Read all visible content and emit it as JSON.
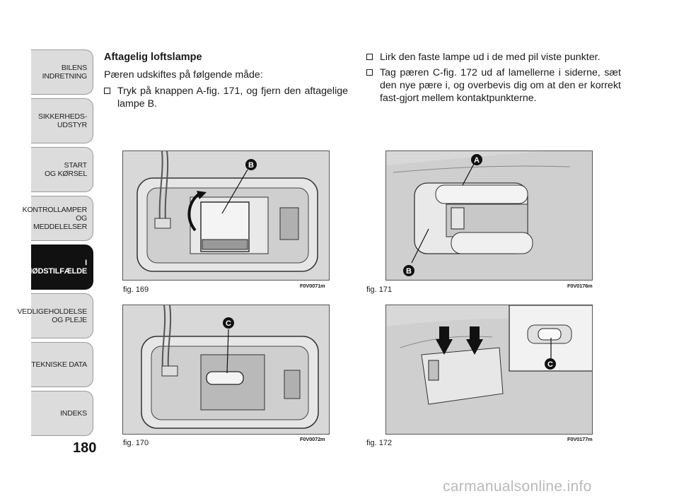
{
  "page_number": "180",
  "sidebar": {
    "tabs": [
      {
        "label": "BILENS\nINDRETNING",
        "active": false
      },
      {
        "label": "SIKKERHEDS-\nUDSTYR",
        "active": false
      },
      {
        "label": "START\nOG KØRSEL",
        "active": false
      },
      {
        "label": "KONTROLLAMPER\nOG MEDDELELSER",
        "active": false
      },
      {
        "label": "I NØDSTILFÆLDE",
        "active": true
      },
      {
        "label": "VEDLIGEHOLDELSE\nOG PLEJE",
        "active": false
      },
      {
        "label": "TEKNISKE DATA",
        "active": false
      },
      {
        "label": "INDEKS",
        "active": false
      }
    ]
  },
  "left_column": {
    "heading": "Aftagelig loftslampe",
    "intro": "Pæren udskiftes på følgende måde:",
    "bullets": [
      "Tryk på knappen A-fig. 171, og fjern den aftagelige lampe B."
    ]
  },
  "right_column": {
    "bullets": [
      "Lirk den faste lampe ud i de med pil viste punkter.",
      "Tag pæren C-fig. 172 ud af lamellerne i siderne, sæt den nye pære i, og overbevis dig om at den er korrekt fast-gjort mellem kontaktpunkterne."
    ]
  },
  "figures": [
    {
      "caption": "fig. 169",
      "code": "F0V0071m",
      "label": "B"
    },
    {
      "caption": "fig. 170",
      "code": "F0V0072m",
      "label": "C"
    },
    {
      "caption": "fig. 171",
      "code": "F0V0176m",
      "labels": [
        "A",
        "B"
      ]
    },
    {
      "caption": "fig. 172",
      "code": "F0V0177m",
      "label": "C"
    }
  ],
  "watermark": "carmanualsonline.info"
}
